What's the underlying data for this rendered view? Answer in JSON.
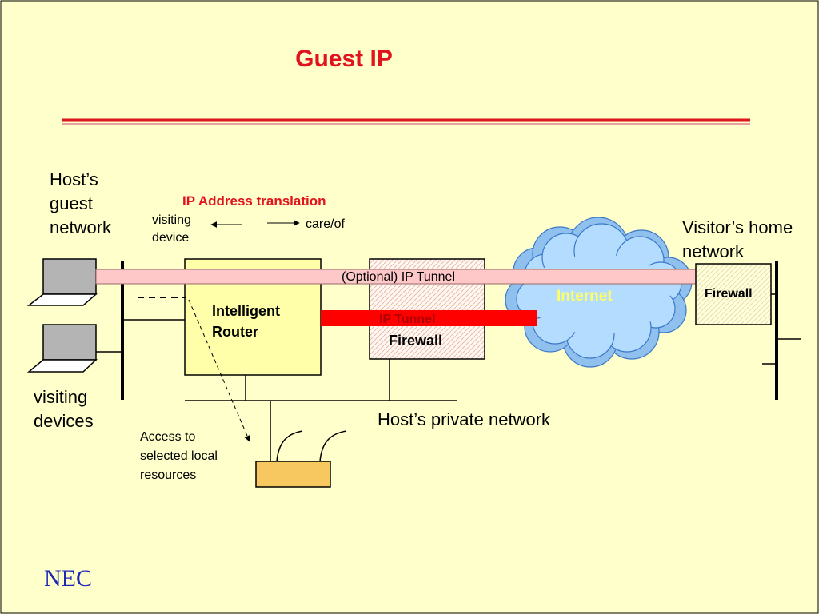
{
  "slide": {
    "title": "Guest IP",
    "logo_text": "NEC"
  },
  "labels": {
    "hosts_guest_network": "Host’s\nguest\nnetwork",
    "ip_address_translation": "IP Address translation",
    "visiting_device": "visiting\ndevice",
    "care_of": "care/of",
    "visitors_home_network": "Visitor’s home\nnetwork",
    "optional_ip_tunnel": "(Optional) IP Tunnel",
    "internet": "Internet",
    "home_firewall": "Firewall",
    "intelligent_router": "Intelligent\nRouter",
    "ip_tunnel": "IP Tunnel",
    "host_firewall": "Firewall",
    "visiting_devices": "visiting\ndevices",
    "hosts_private_network": "Host’s private network",
    "access_resources": "Access to\nselected local\nresources"
  },
  "colors": {
    "background": "#FFFFCC",
    "title_red": "#E0141E",
    "rule_red": "#E0141E",
    "router_fill": "#FFFFAA",
    "optional_tunnel_pink": "#FFC8C8",
    "ip_tunnel_red": "#FF0000",
    "cloud_blue": "#B4DCFF",
    "resource_orange": "#F8C860",
    "laptop_screen": "#B4B4B4",
    "nec_blue": "#1E28B4"
  },
  "icons": [
    "laptop-icon",
    "laptop-icon",
    "cloud-icon",
    "printer-icon"
  ]
}
